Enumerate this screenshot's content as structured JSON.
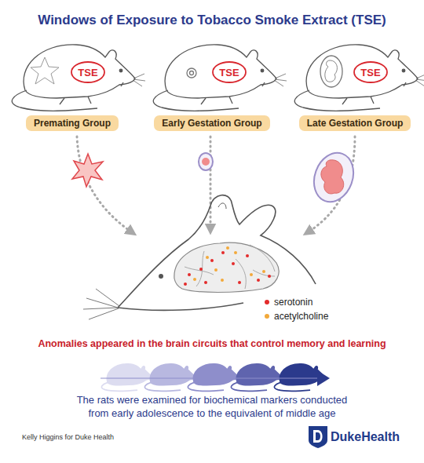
{
  "diagram": {
    "title": "Windows of Exposure to Tobacco Smoke Extract (TSE)",
    "nodes": [
      {
        "text": [
          "TSE"
        ]
      },
      {
        "text": [
          "TSE"
        ]
      },
      {
        "text": [
          "TSE"
        ]
      },
      {
        "text": [
          "Premating Group"
        ]
      },
      {
        "text": [
          "Early Gestation Group"
        ]
      },
      {
        "text": [
          "Late Gestation Group"
        ]
      }
    ],
    "labels": [
      "Anomalies appeared in the brain circuits that control memory and learning",
      "The rats were examined for biochemical markers conducted from early adolescence to the equivalent of middle age",
      "Kelly Higgins for Duke Health",
      "DukeHealth"
    ],
    "legend": [
      {
        "text": "serotonin",
        "color": "#e32b2b"
      },
      {
        "text": "acetylcholine",
        "color": "#f2a93b"
      }
    ]
  }
}
